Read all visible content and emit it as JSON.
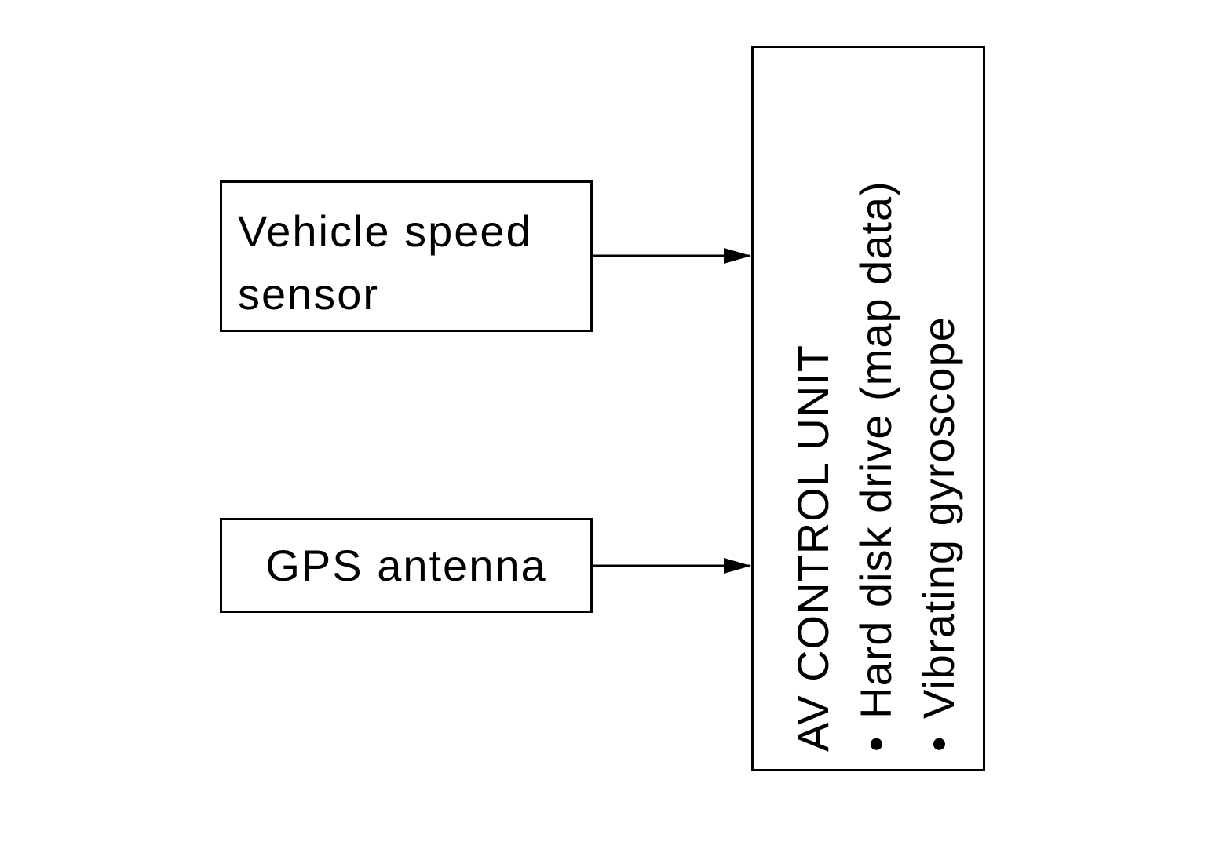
{
  "diagram": {
    "sources": [
      {
        "id": "speed",
        "lines": [
          "Vehicle speed",
          "sensor"
        ]
      },
      {
        "id": "gps",
        "lines": [
          "GPS antenna"
        ]
      }
    ],
    "target": {
      "title": "AV CONTROL UNIT",
      "bullet": "•",
      "items": [
        "Hard disk drive (map data)",
        "Vibrating gyroscope"
      ]
    },
    "edges": [
      {
        "from": "speed",
        "to": "av"
      },
      {
        "from": "gps",
        "to": "av"
      }
    ]
  }
}
